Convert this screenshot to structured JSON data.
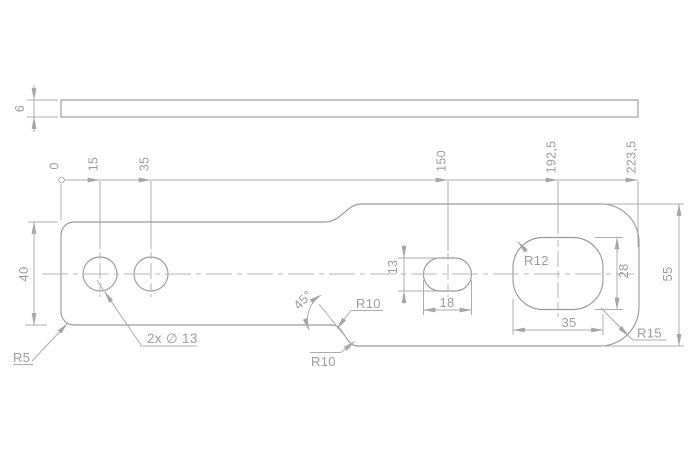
{
  "colors": {
    "background": "#ffffff",
    "part_line": "#9a9a9a",
    "dimension_line": "#adadad",
    "centerline": "#b5b5b5",
    "text": "#9b9ea1"
  },
  "side_view": {
    "thickness": "6"
  },
  "front_view": {
    "ordinates": [
      "0",
      "15",
      "35",
      "150",
      "192,5",
      "223,5"
    ],
    "height_left": "40",
    "height_right": "55",
    "hole_callout": "2x ∅ 13",
    "corner_r5": "R5",
    "fillet_r10_upper": "R10",
    "fillet_r10_lower": "R10",
    "angle_45": "45°",
    "small_slot_width": "18",
    "small_slot_height": "13",
    "large_slot_width": "35",
    "large_slot_height": "28",
    "large_slot_radius": "R12",
    "corner_r15": "R15"
  }
}
